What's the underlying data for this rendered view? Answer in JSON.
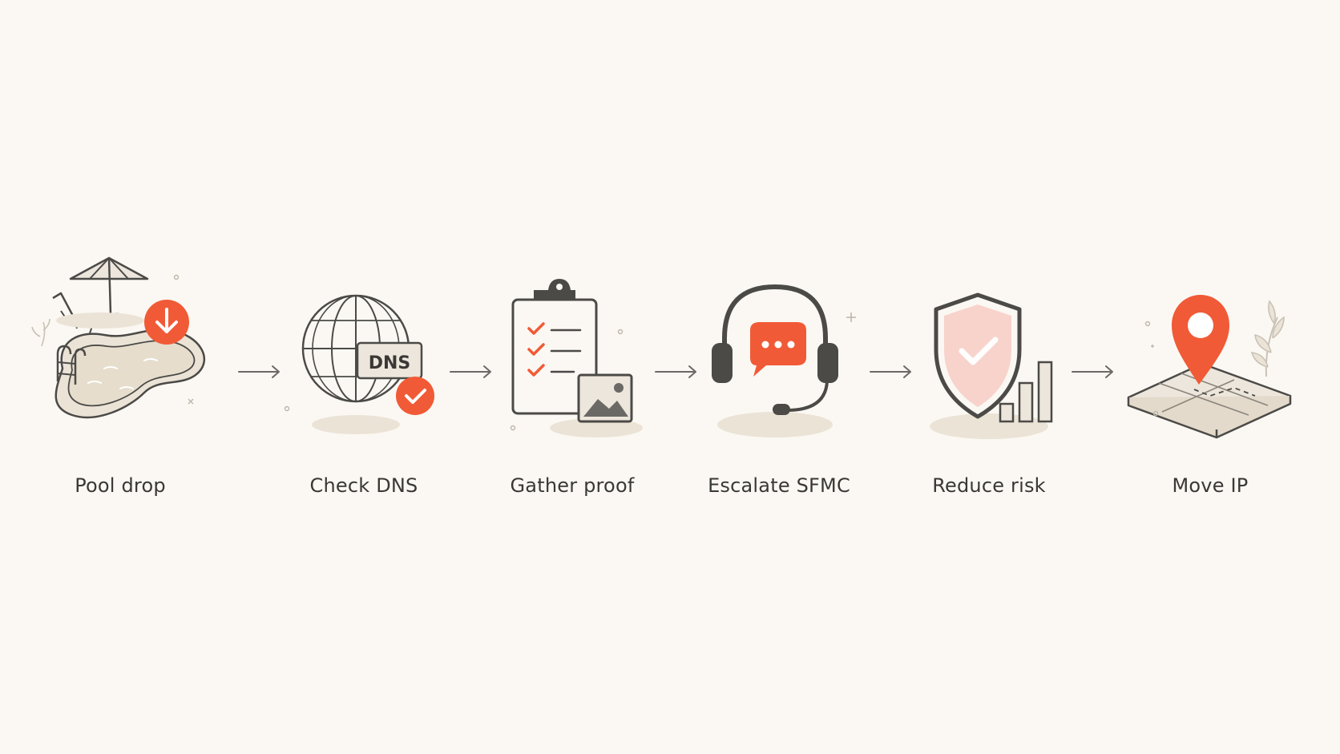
{
  "colors": {
    "background": "#fbf8f3",
    "accent": "#f15a36",
    "ink": "#4b4a47",
    "sand": "#ebe3d6",
    "shield_fill": "#f7d3cb"
  },
  "steps": [
    {
      "label": "Pool drop",
      "icon": "pool-drop-icon"
    },
    {
      "label": "Check DNS",
      "icon": "dns-globe-icon"
    },
    {
      "label": "Gather proof",
      "icon": "clipboard-proof-icon"
    },
    {
      "label": "Escalate SFMC",
      "icon": "headset-support-icon"
    },
    {
      "label": "Reduce risk",
      "icon": "shield-check-icon"
    },
    {
      "label": "Move IP",
      "icon": "map-pin-icon"
    }
  ],
  "dns_badge": "DNS"
}
